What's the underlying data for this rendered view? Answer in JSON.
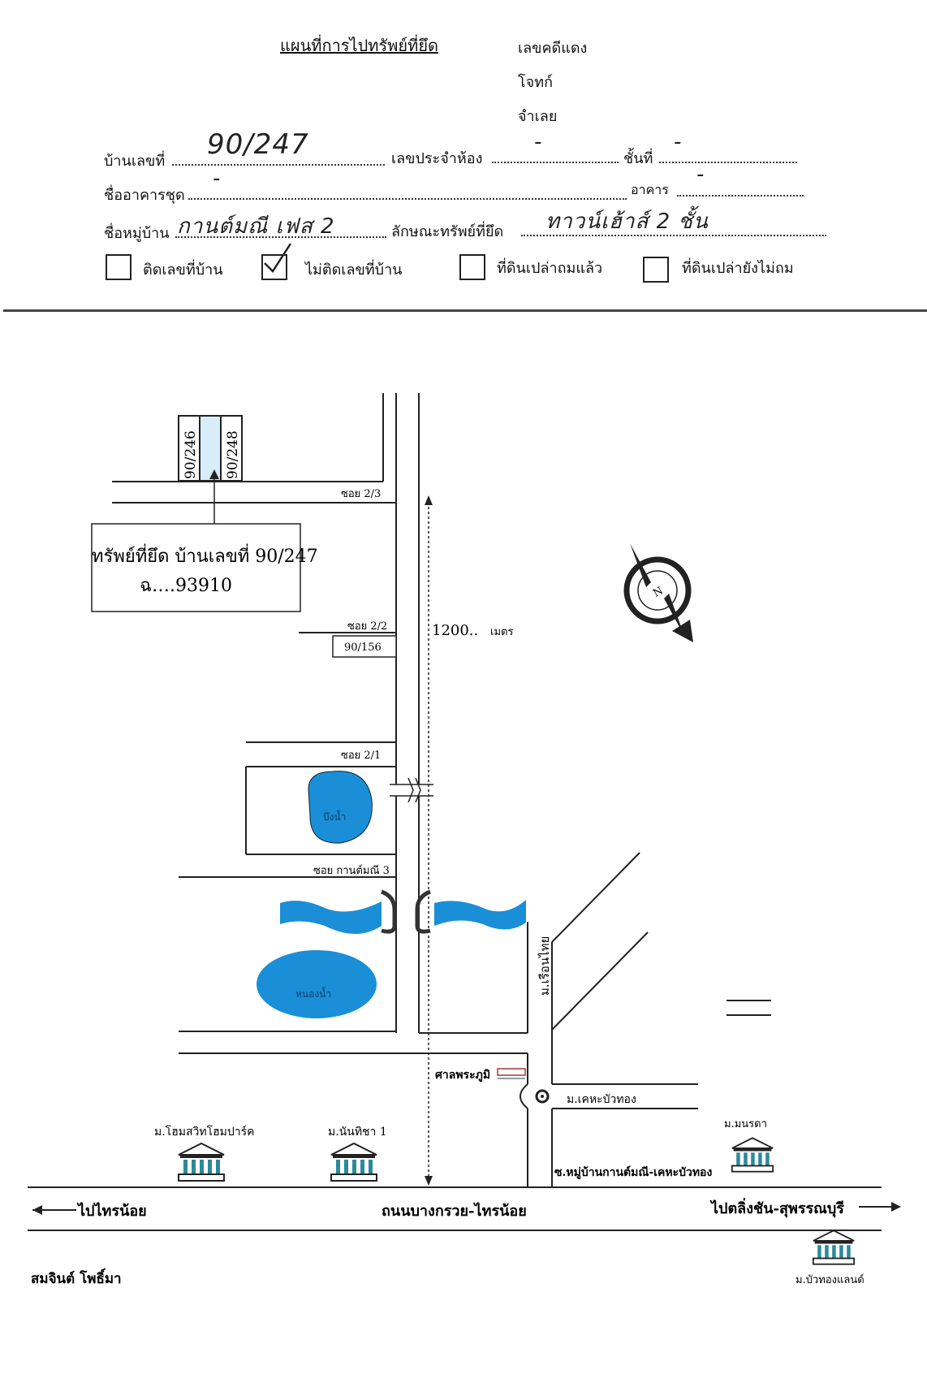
{
  "header": {
    "title": "แผนที่การไปทรัพย์ที่ยึด",
    "case_no_label": "เลขคดีแดง",
    "plaintiff_label": "โจทก์",
    "defendant_label": "จำเลย"
  },
  "form": {
    "house_no_label": "บ้านเลขที่",
    "house_no_value": "90/247",
    "room_no_label": "เลขประจำห้อง",
    "room_no_value": "-",
    "floor_label": "ชั้นที่",
    "floor_value": "-",
    "condo_label": "ชื่ออาคารชุด",
    "condo_value": "-",
    "building_label": "อาคาร",
    "building_value": "-",
    "village_label": "ชื่อหมู่บ้าน",
    "village_value": "กานต์มณี เฟส 2",
    "property_type_label": "ลักษณะทรัพย์ที่ยึด",
    "property_type_value": "ทาวน์เฮ้าส์ 2 ชั้น",
    "options": [
      {
        "label": "ติดเลขที่บ้าน",
        "checked": false
      },
      {
        "label": "ไม่ติดเลขที่บ้าน",
        "checked": true
      },
      {
        "label": "ที่ดินเปล่าถมแล้ว",
        "checked": false
      },
      {
        "label": "ที่ดินเปล่ายังไม่ถม",
        "checked": false
      }
    ]
  },
  "map": {
    "lot_left": "90/246",
    "lot_right": "90/248",
    "soi_2_3": "ซอย 2/3",
    "soi_2_2": "ซอย 2/2",
    "soi_2_1": "ซอย 2/1",
    "soi_kanmanee": "ซอย กานต์มณี 3",
    "lot_90_156": "90/156",
    "callout_line1": "ทรัพย์ที่ยึด บ้านเลขที่ 90/247",
    "callout_line2": "ฉ….93910",
    "distance": "1200..",
    "distance_unit": "เมตร",
    "pond_label": "บึงน้ำ",
    "lake_label": "หนองน้ำ",
    "village_ruenthai": "ม.เรือนไทย",
    "shrine": "ศาลพระภูมิ",
    "village_kheha": "ม.เคหะบัวทอง",
    "village_manorada": "ม.มนรดา",
    "village_home_park": "ม.โฮมสวิทโฮมปาร์ค",
    "village_nanthicha": "ม.นันทิชา 1",
    "soi_kanmanee_kheha": "ซ.หมู่บ้านกานต์มณี-เคหะบัวทอง",
    "to_sainoi": "ไปไทรน้อย",
    "main_road": "ถนนบางกรวย-ไทรน้อย",
    "to_lingchan": "ไปตลิ่งชัน-สุพรรณบุรี",
    "village_buathong_land": "ม.บัวทองแลนด์",
    "compass_letter": "N",
    "water_color": "#1a8fd8"
  },
  "footer": {
    "surveyor": "สมจินต์ โพธิ์มา"
  }
}
